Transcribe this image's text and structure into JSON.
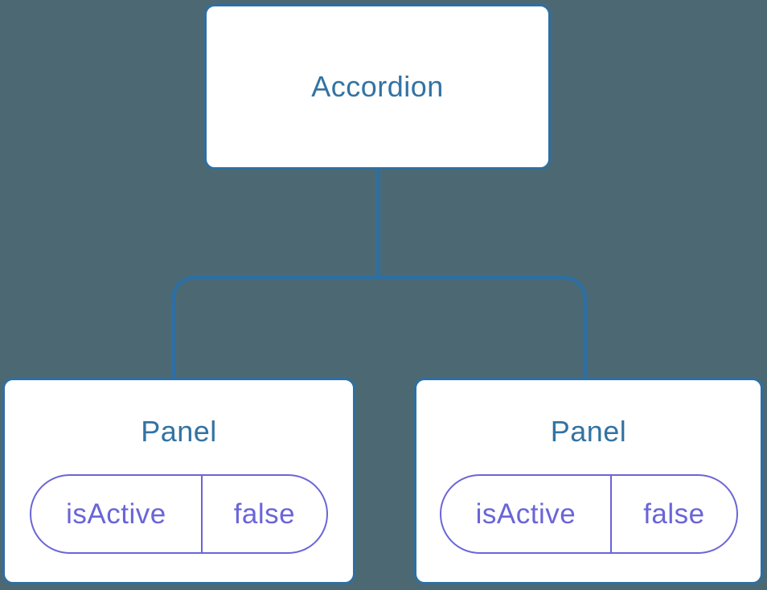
{
  "diagram": {
    "type": "component-tree",
    "root": {
      "label": "Accordion"
    },
    "children": [
      {
        "label": "Panel",
        "state": {
          "key": "isActive",
          "value": "false"
        }
      },
      {
        "label": "Panel",
        "state": {
          "key": "isActive",
          "value": "false"
        }
      }
    ],
    "colors": {
      "background": "#4C6973",
      "node_fill": "#FFFFFF",
      "node_border": "#2E6FA2",
      "connector": "#2E6FA2",
      "title_text": "#3273A3",
      "state_text": "#6A65D8",
      "state_border": "#6A65D8"
    }
  }
}
